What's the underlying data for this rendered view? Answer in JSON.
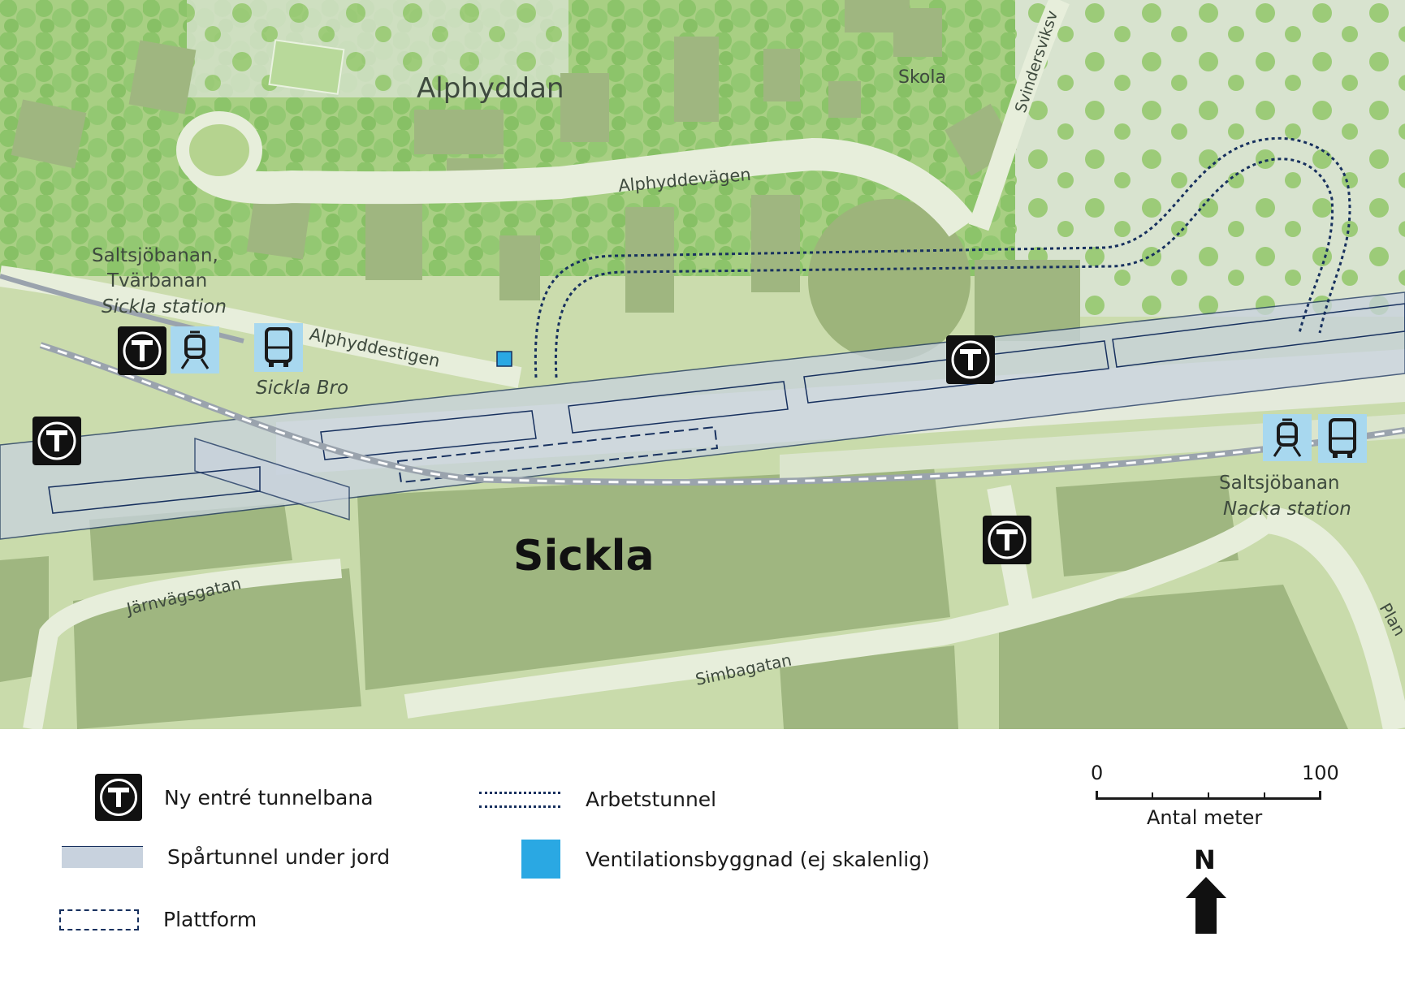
{
  "map": {
    "place_labels": {
      "alphyddan": "Alphyddan",
      "skola": "Skola",
      "sickla": "Sickla"
    },
    "street_labels": {
      "alphyddevagen": "Alphyddevägen",
      "alphyddestigen": "Alphyddestigen",
      "svindersviksv": "Svindersviksv",
      "jarnvagsgatan": "Järnvägsgatan",
      "simbagatan": "Simbagatan",
      "plan": "Plan"
    },
    "station_labels": {
      "sickla_line1": "Saltsjöbanan,",
      "sickla_line2": "Tvärbanan",
      "sickla_station": "Sickla station",
      "sickla_bro": "Sickla Bro",
      "nacka_line": "Saltsjöbanan",
      "nacka_station": "Nacka station"
    },
    "colors": {
      "park": "#a9cf86",
      "trees": "#8cc46a",
      "block": "#c6d8a9",
      "building": "#9db47b",
      "road": "#e7eedb",
      "tunnel_fill": "#c8d2de",
      "tunnel_line": "#17305e",
      "work_tunnel": "#17305e",
      "vent": "#2aa8e3",
      "transit_icon_bg": "#a8d8ef",
      "metro_icon_bg": "#111111"
    }
  },
  "legend": {
    "new_entrance": "Ny entré tunnelbana",
    "track_tunnel": "Spårtunnel under jord",
    "platform": "Plattform",
    "work_tunnel": "Arbetstunnel",
    "vent_building": "Ventilationsbyggnad (ej skalenlig)",
    "icons": {
      "new_entrance": "metro-t-icon",
      "track_tunnel": "tunnel-swatch-icon",
      "platform": "platform-dashed-icon",
      "work_tunnel": "work-tunnel-dotted-icon",
      "vent_building": "vent-square-icon"
    }
  },
  "scale": {
    "start": "0",
    "end": "100",
    "unit_label": "Antal meter"
  },
  "north": {
    "label": "N"
  }
}
